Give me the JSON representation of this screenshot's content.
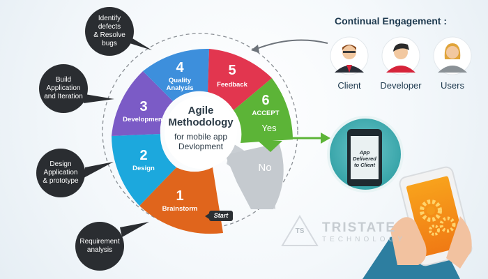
{
  "center": {
    "title_line1": "Agile",
    "title_line2": "Methodology",
    "subtitle_line1": "for mobile app",
    "subtitle_line2": "Devlopment"
  },
  "segments": [
    {
      "number": "1",
      "label_line1": "Brainstorm",
      "label_line2": "",
      "color": "#e0651c"
    },
    {
      "number": "2",
      "label_line1": "Design",
      "label_line2": "",
      "color": "#1ca8dd"
    },
    {
      "number": "3",
      "label_line1": "Development",
      "label_line2": "",
      "color": "#7b5bc6"
    },
    {
      "number": "4",
      "label_line1": "Quality",
      "label_line2": "Analysis",
      "color": "#3d8fdc"
    },
    {
      "number": "5",
      "label_line1": "Feedback",
      "label_line2": "",
      "color": "#e2364f"
    },
    {
      "number": "6",
      "label_line1": "ACCEPT",
      "label_line2": "",
      "color": "#5cb437"
    }
  ],
  "yes_label": "Yes",
  "no_label": "No",
  "start_label": "Start",
  "bubbles": [
    {
      "line1": "Identify",
      "line2": "defects",
      "line3": "& Resolve",
      "line4": "bugs"
    },
    {
      "line1": "Build",
      "line2": "Application",
      "line3": "and Iteration",
      "line4": ""
    },
    {
      "line1": "Design",
      "line2": "Application",
      "line3": "& prototype",
      "line4": ""
    },
    {
      "line1": "Requirement",
      "line2": "analysis",
      "line3": "",
      "line4": ""
    }
  ],
  "engagement": {
    "title": "Continual Engagement :",
    "people": [
      {
        "label": "Client",
        "icon": "client-avatar-icon"
      },
      {
        "label": "Developer",
        "icon": "developer-avatar-icon"
      },
      {
        "label": "Users",
        "icon": "user-avatar-icon"
      }
    ]
  },
  "delivered": {
    "line1": "App",
    "line2": "Delivered",
    "line3": "to Client"
  },
  "logo": {
    "name": "TRISTATE",
    "tagline": "TECHNOLOGY",
    "monogram": "TS"
  }
}
